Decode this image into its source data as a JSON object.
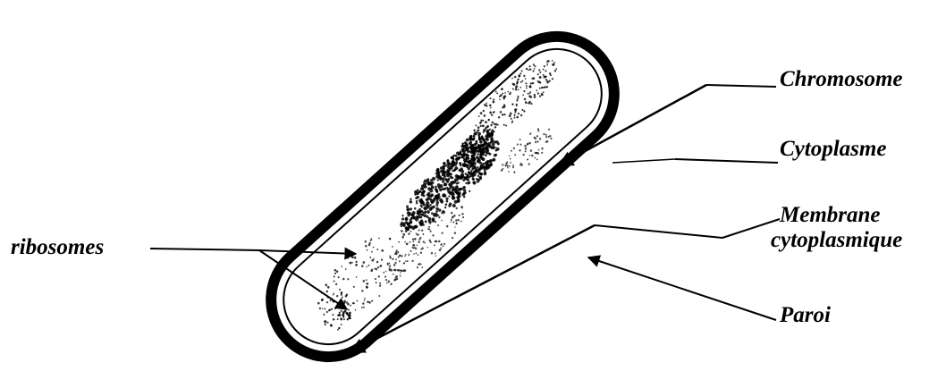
{
  "labels": {
    "chromosome": "Chromosome",
    "cytoplasme": "Cytoplasme",
    "membrane_line1": "Membrane",
    "membrane_line2": "cytoplasmique",
    "paroi": "Paroi",
    "ribosomes": "ribosomes"
  },
  "colors": {
    "ink": "#000000",
    "background": "#ffffff"
  }
}
